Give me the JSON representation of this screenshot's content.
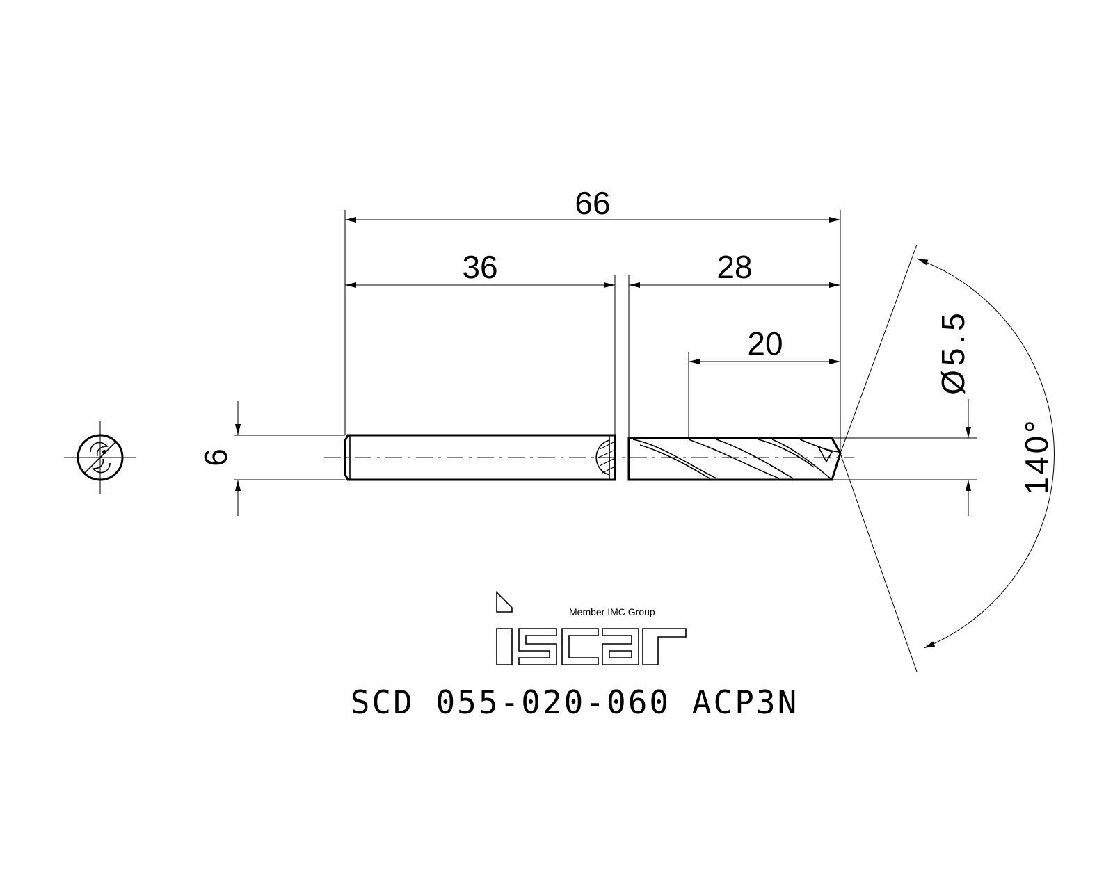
{
  "dimensions": {
    "overall_length": "66",
    "shank_length": "36",
    "body_length": "28",
    "flute_length": "20",
    "shank_diameter": "6",
    "cutting_diameter": "Ø5.5",
    "point_angle": "140°"
  },
  "logo": {
    "tagline": "Member IMC Group",
    "brand_mark": "iscar"
  },
  "part_number": "SCD  055-020-060  ACP3N"
}
